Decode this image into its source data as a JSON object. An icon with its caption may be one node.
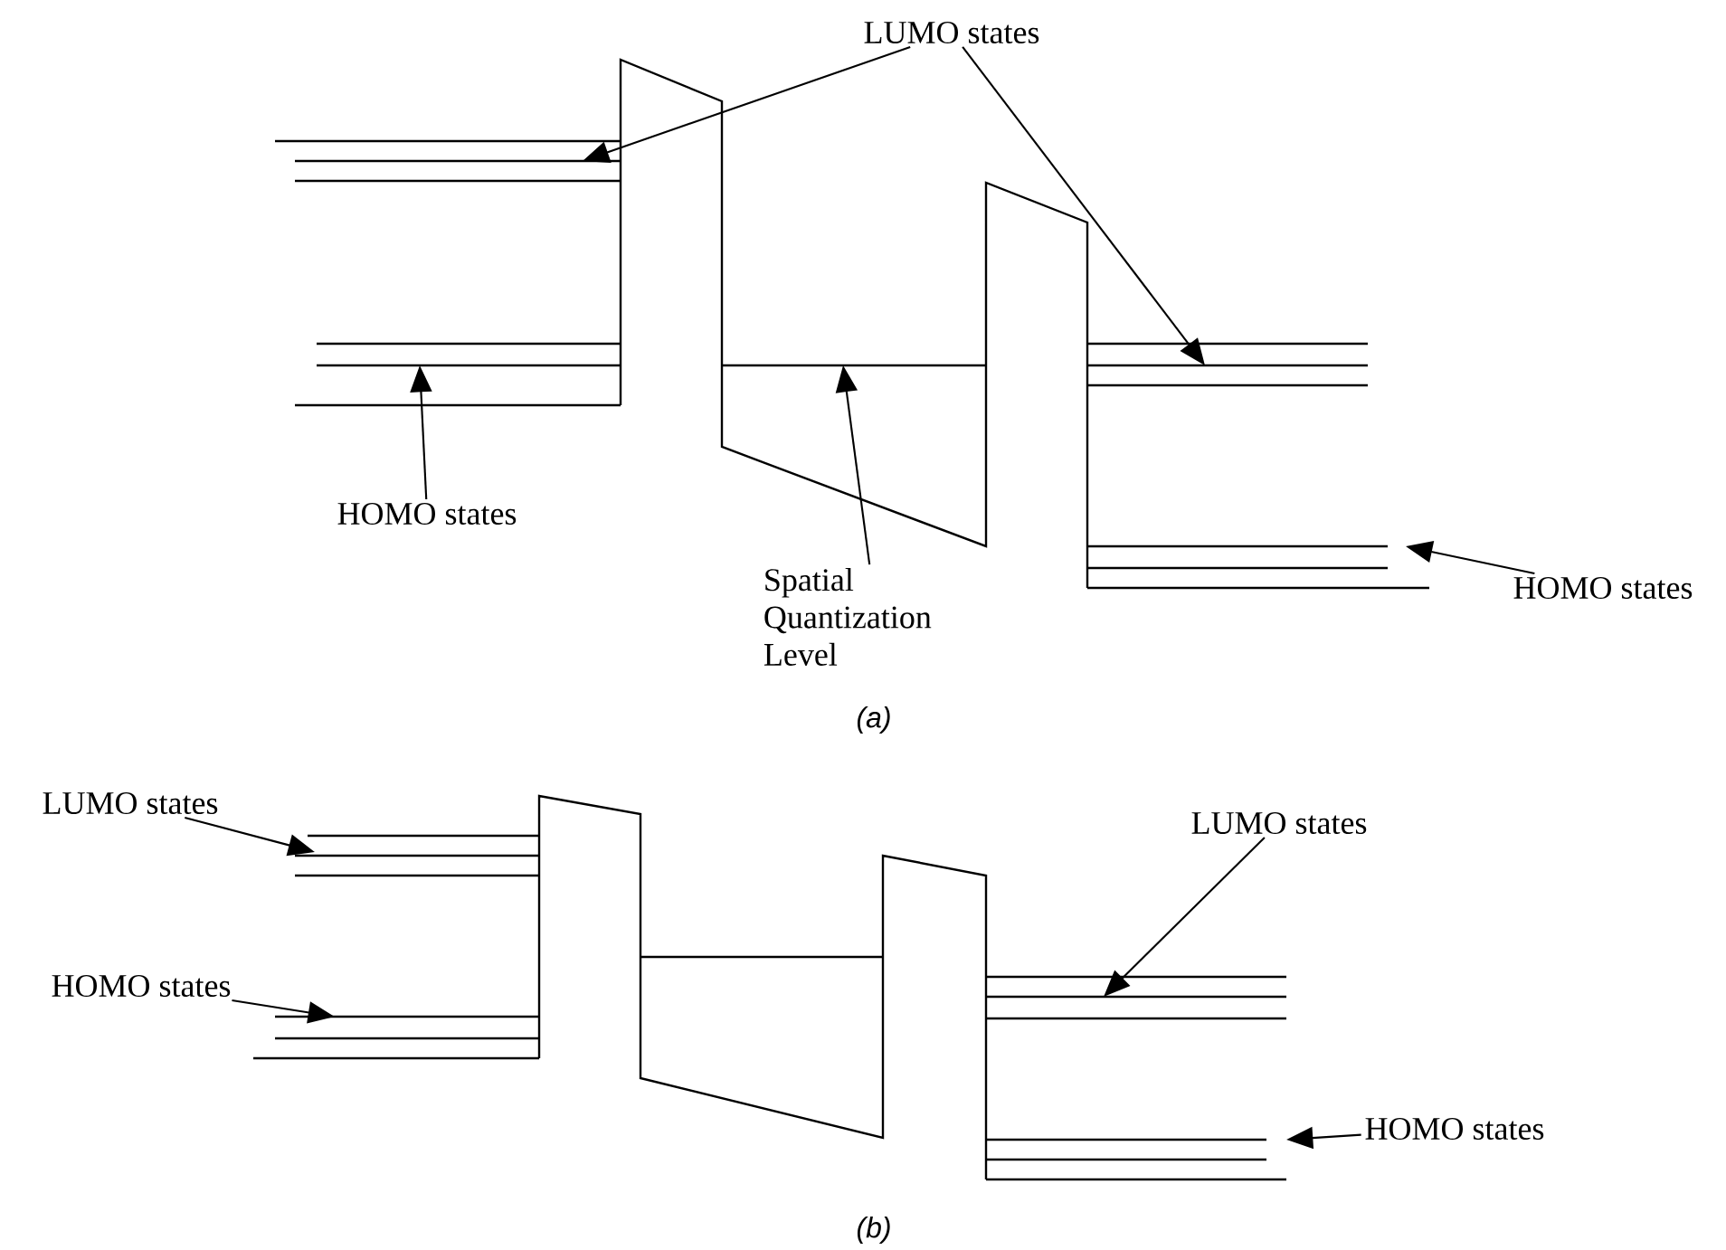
{
  "diagram": {
    "nodes": [
      {
        "text": [
          "LUMO states"
        ]
      },
      {
        "text": [
          "HOMO states"
        ]
      },
      {
        "text": [
          "Spatial Quantization Level"
        ]
      },
      {
        "text": [
          "HOMO states"
        ]
      },
      {
        "text": [
          "LUMO states"
        ]
      },
      {
        "text": [
          "HOMO states"
        ]
      },
      {
        "text": [
          "LUMO states"
        ]
      },
      {
        "text": [
          "HOMO states"
        ]
      }
    ],
    "edges": [
      {
        "from": 0,
        "to": null,
        "arrow": "to"
      },
      {
        "from": 0,
        "to": null,
        "arrow": "to"
      },
      {
        "from": 1,
        "to": null,
        "arrow": "to"
      },
      {
        "from": 2,
        "to": null,
        "arrow": "to"
      },
      {
        "from": 3,
        "to": null,
        "arrow": "to"
      },
      {
        "from": 4,
        "to": null,
        "arrow": "to"
      },
      {
        "from": 5,
        "to": null,
        "arrow": "to"
      },
      {
        "from": 6,
        "to": null,
        "arrow": "to"
      },
      {
        "from": 7,
        "to": null,
        "arrow": "to"
      }
    ],
    "labels": [
      "(a)",
      "(b)"
    ]
  }
}
